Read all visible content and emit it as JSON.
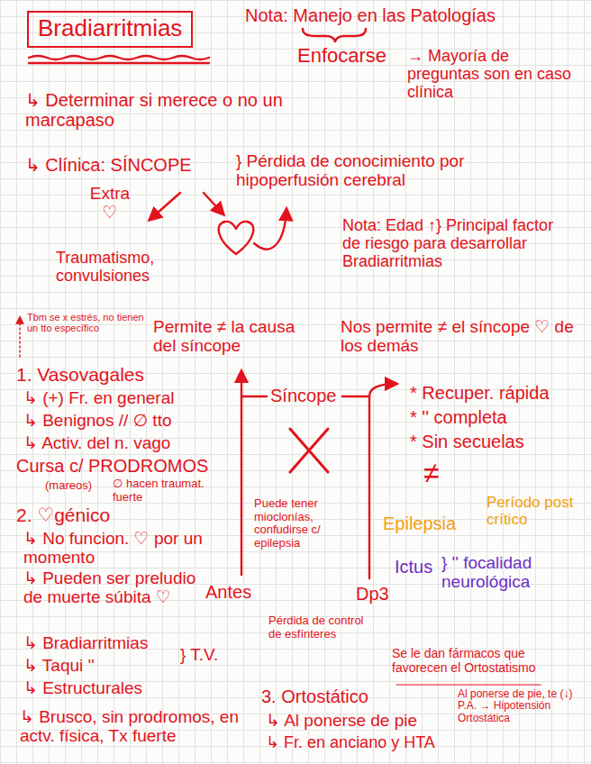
{
  "diagram": {
    "title": "Bradiarritmias",
    "labels": [
      "Nota: Manejo en las Patologías",
      "Enfocarse",
      "→ Mayoría de preguntas son en caso clínica",
      "↳ Determinar si merece o no un marcapaso",
      "↳ Clínica: SÍNCOPE",
      "} Pérdida de conocimiento por hipoperfusión cerebral",
      "Extra ♡",
      "Traumatismo, convulsiones",
      "Nota: Edad ↑} Principal factor de riesgo para desarrollar Bradiarritmias",
      "Tbm se x estrés, no tienen un tto específico",
      "Permite ≠ la causa del síncope",
      "Nos permite ≠ el síncope ♡ de los demás",
      "1. Vasovagales",
      "↳ (+) Fr. en general",
      "↳ Benignos // ∅ tto",
      "↳ Activ. del n. vago",
      "Cursa c/ PRODROMOS",
      "(mareos)",
      "∅ hacen traumat. fuerte",
      "Síncope",
      "Puede tener mioclonías, confudirse c/ epilepsia",
      "* Recuper. rápida",
      "* '' completa",
      "* Sin secuelas",
      "≠",
      "Epilepsia",
      "Período post crítico",
      "Ictus",
      "} '' focalidad neurológica",
      "2. ♡génico",
      "↳ No funcion. ♡ por un momento",
      "↳ Pueden ser preludio de muerte súbita ♡",
      "↳ Bradiarritmias",
      "↳ Taqui ''",
      "} T.V.",
      "↳ Estructurales",
      "↳ Brusco, sin prodromos, en actv. física, Tx fuerte",
      "Antes",
      "Dp3",
      "Pérdida de control de esfínteres",
      "Se le dan fármacos que favorecen el Ortostatismo",
      "3. Ortostático",
      "↳ Al ponerse de pie",
      "↳ Fr. en anciano y HTA",
      "Al ponerse de pie, te (↓) P.A. → Hipotensión Ortostática"
    ]
  }
}
